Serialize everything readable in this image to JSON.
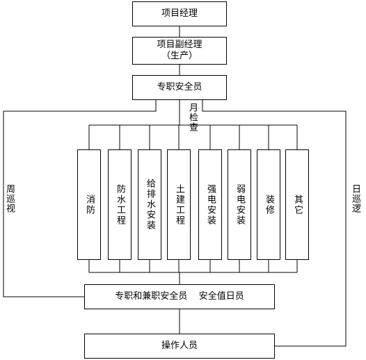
{
  "chart": {
    "top_boxes": {
      "project_manager": "项目经理",
      "deputy_manager": "项目副经理\n（生产）",
      "safety_officer": "专职安全员"
    },
    "inspection_labels": {
      "monthly": "月检查",
      "weekly": "周巡视",
      "daily": "日巡逻"
    },
    "columns": [
      "消防",
      "防水工程",
      "给排水安装",
      "土建工程",
      "强电安装",
      "弱电安装",
      "装修",
      "其它"
    ],
    "middle_box": "专职和兼职安全员    安全值日员",
    "bottom_box": "操作人员"
  }
}
